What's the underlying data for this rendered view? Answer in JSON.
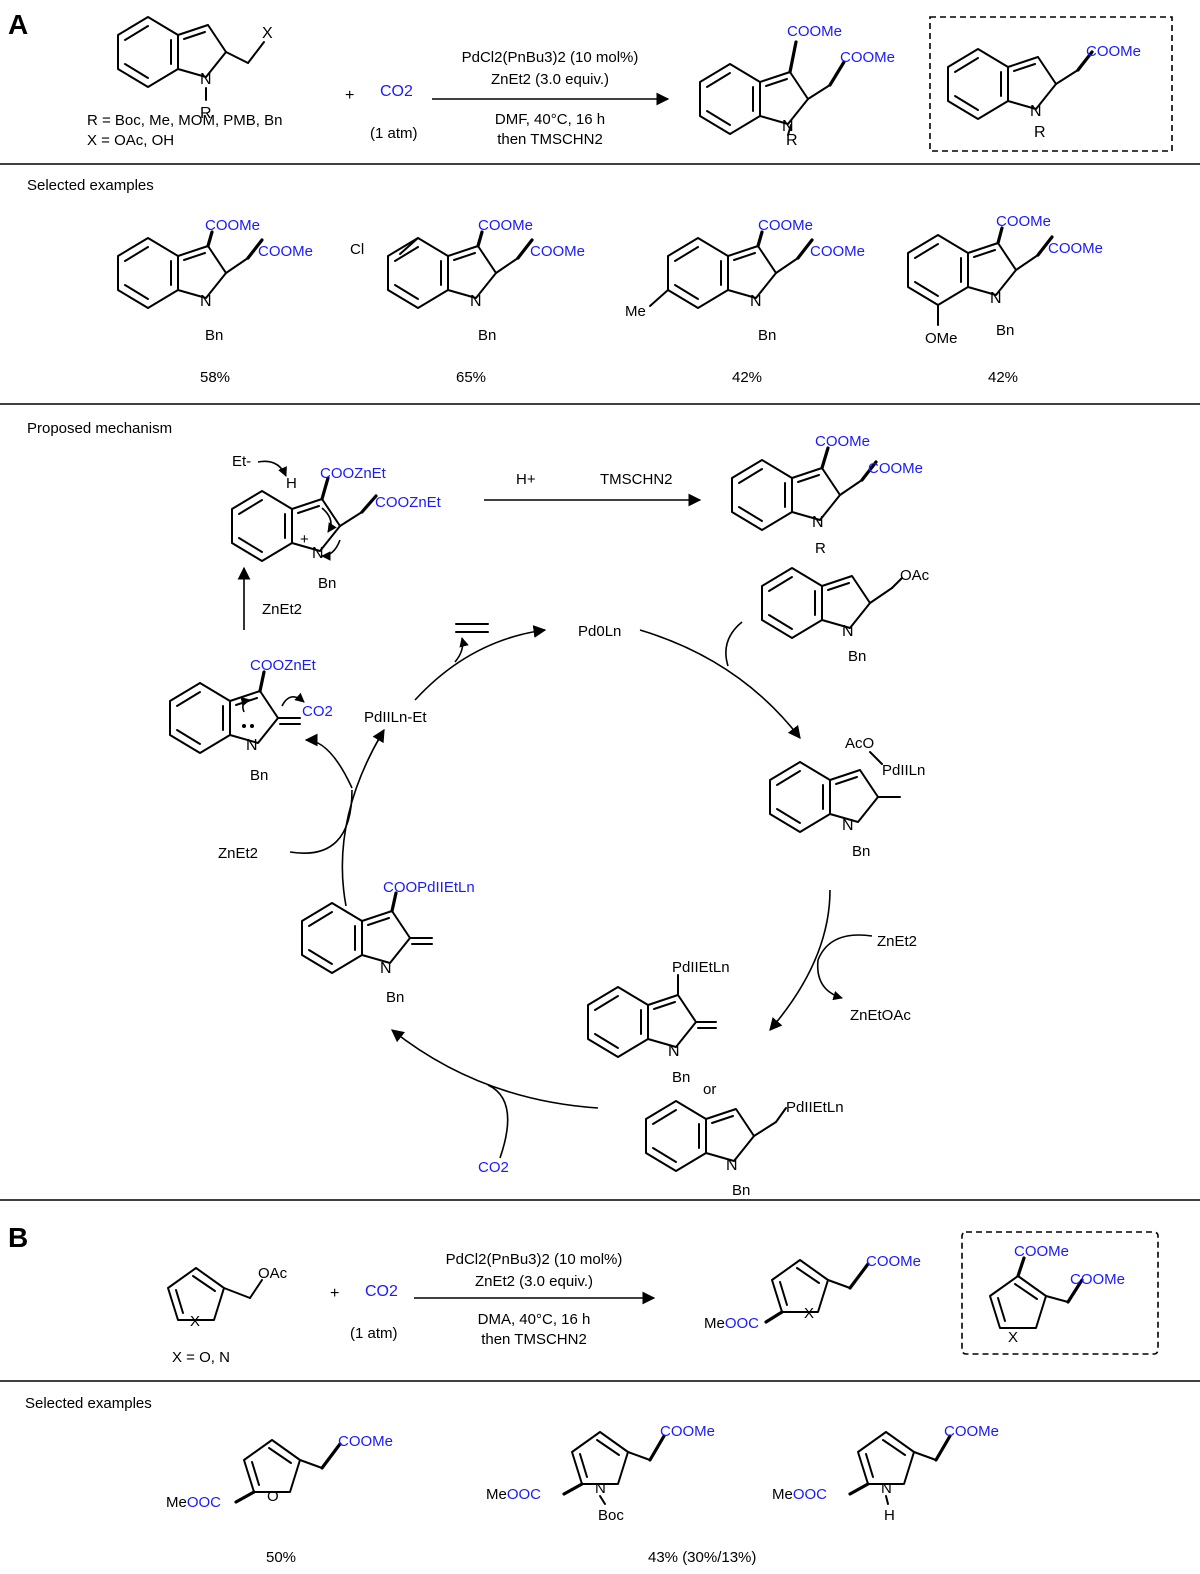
{
  "panel_a": {
    "label": "A",
    "sm_x": "X",
    "sm_n": "N",
    "sm_r": "R",
    "sm_r_def": "R = Boc, Me, MOM, PMB, Bn",
    "sm_x_def": "X = OAc, OH",
    "plus": "+",
    "co2": "CO2",
    "co2_pressure": "(1 atm)",
    "cond": [
      "PdCl2(PnBu3)2 (10 mol%)",
      "ZnEt2 (3.0 equiv.)",
      "DMF, 40°C, 16 h",
      "then TMSCHN2"
    ],
    "prod_coome1": "COOMe",
    "prod_coome2": "COOMe",
    "prod_n": "N",
    "prod_r": "R",
    "box_coome": "COOMe",
    "box_n": "N",
    "box_r": "R",
    "selected_label": "Selected examples",
    "examples": [
      {
        "sub": "",
        "yield": "58%"
      },
      {
        "sub": "Cl",
        "yield": "65%"
      },
      {
        "sub": "Me",
        "yield": "42%"
      },
      {
        "sub": "OMe",
        "yield": "42%"
      }
    ],
    "ex_coome": "COOMe",
    "ex_n": "N",
    "ex_bn": "Bn"
  },
  "mechanism": {
    "label": "Proposed mechanism",
    "et_minus": "Et-",
    "h": "H",
    "coozn1": "COOZnEt",
    "coozn2": "COOZnEt",
    "n_plus": "N",
    "plus_sign": "+",
    "bn": "Bn",
    "h_plus": "H+",
    "tmschn2": "TMSCHN2",
    "prod_coome1": "COOMe",
    "prod_coome2": "COOMe",
    "prod_r": "R",
    "oac": "OAc",
    "zneto_left": "ZnEt2",
    "coozn3": "COOZnEt",
    "co2": "CO2",
    "pd0": "Pd0Ln",
    "pd_et": "PdIILn-Et",
    "aco": "AcO",
    "pd_ll": "PdIILn",
    "zneto_right": "ZnEt2",
    "znetoac": "ZnEtOAc",
    "zneto_mid": "ZnEt2",
    "coopd": "COOPdIIEtLn",
    "pd_etl1": "PdIIEtLn",
    "or": "or",
    "pd_etl2": "PdIIEtLn",
    "co2_bottom": "CO2",
    "n": "N"
  },
  "panel_b": {
    "label": "B",
    "oac": "OAc",
    "x": "X",
    "x_def": "X = O, N",
    "plus": "+",
    "co2": "CO2",
    "co2_pressure": "(1 atm)",
    "cond": [
      "PdCl2(PnBu3)2 (10 mol%)",
      "ZnEt2 (3.0 equiv.)",
      "DMA, 40°C, 16 h",
      "then TMSCHN2"
    ],
    "meo": "Me",
    "ooc": "OOC",
    "coome": "COOMe",
    "box_coome1": "COOMe",
    "box_coome2": "COOMe",
    "selected_label": "Selected examples",
    "ex": [
      {
        "hetero": "O",
        "sub": "",
        "yield": "50%"
      },
      {
        "hetero": "N",
        "sub": "Boc",
        "yield": "43% (30%/13%)"
      },
      {
        "hetero": "N",
        "sub": "H",
        "yield": ""
      }
    ]
  }
}
